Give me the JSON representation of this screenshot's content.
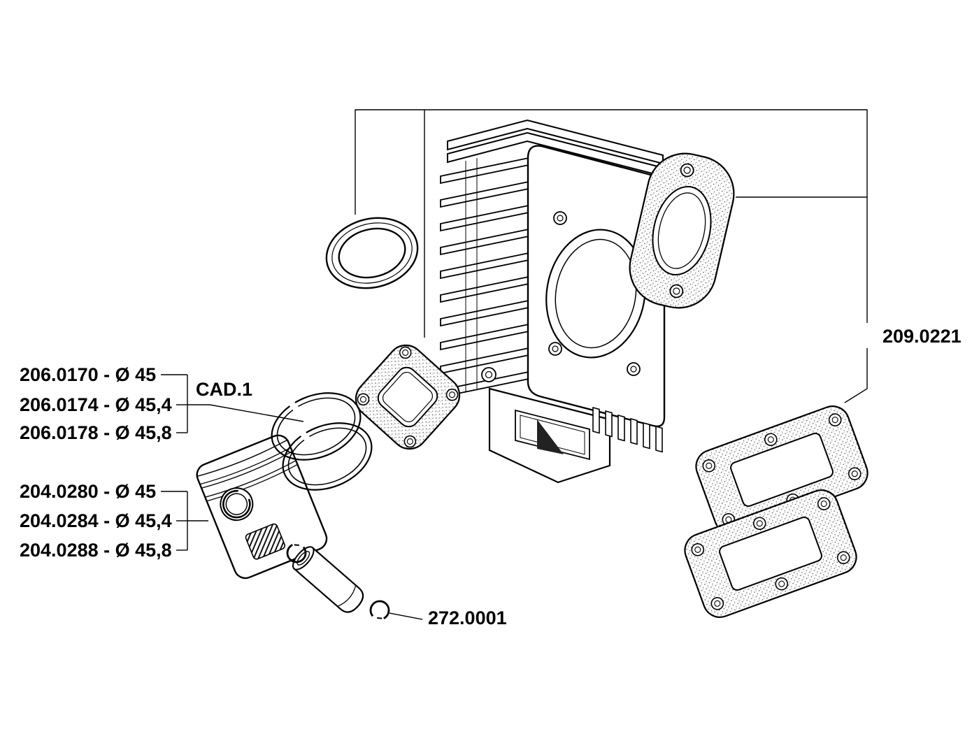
{
  "diagram": {
    "labels": {
      "ring_sizes": {
        "items": [
          "206.0170 - Ø 45",
          "206.0174 - Ø 45,4",
          "206.0178 - Ø 45,8"
        ],
        "note": "CAD.1"
      },
      "piston_sizes": {
        "items": [
          "204.0280 - Ø 45",
          "204.0284 - Ø 45,4",
          "204.0288 - Ø 45,8"
        ]
      },
      "circlip_part": "272.0001",
      "gasket_set_part": "209.0221"
    },
    "colors": {
      "ink": "#000000",
      "background": "#ffffff"
    }
  }
}
